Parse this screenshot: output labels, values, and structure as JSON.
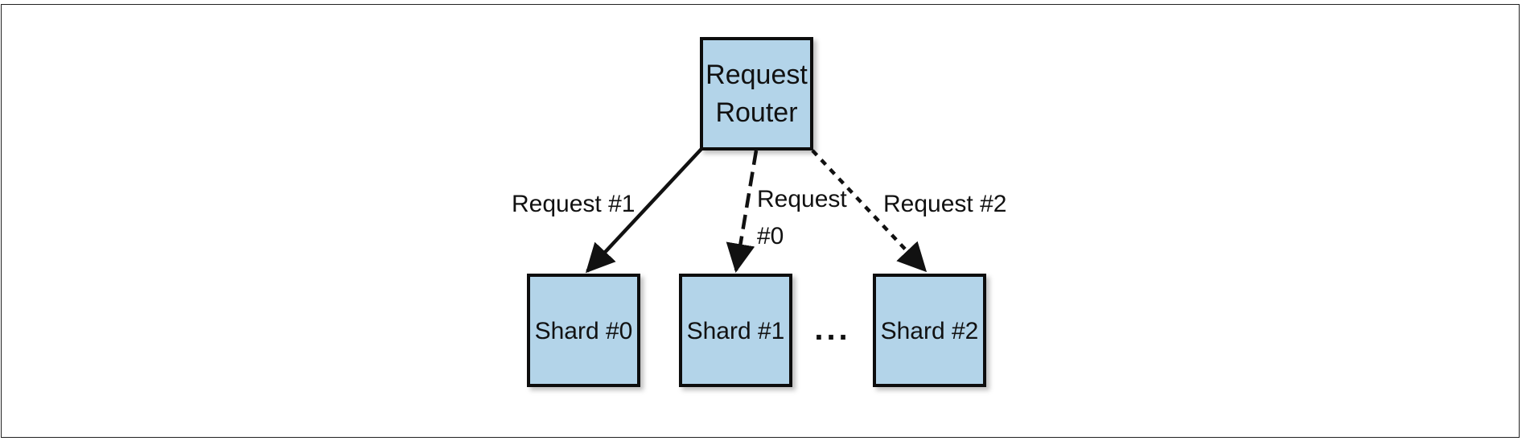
{
  "diagram": {
    "router": {
      "line1": "Request",
      "line2": "Router"
    },
    "shards": [
      {
        "label": "Shard #0"
      },
      {
        "label": "Shard #1"
      },
      {
        "label": "Shard #2"
      }
    ],
    "ellipsis": "...",
    "edges": [
      {
        "label_line1": "Request #1",
        "label_line2": "",
        "style": "solid"
      },
      {
        "label_line1": "Request",
        "label_line2": "#0",
        "style": "long-dash"
      },
      {
        "label_line1": "Request #2",
        "label_line2": "",
        "style": "short-dash"
      }
    ],
    "colors": {
      "node_fill": "#b3d4e9",
      "stroke": "#111111",
      "shadow": "#cfcfcf"
    }
  }
}
